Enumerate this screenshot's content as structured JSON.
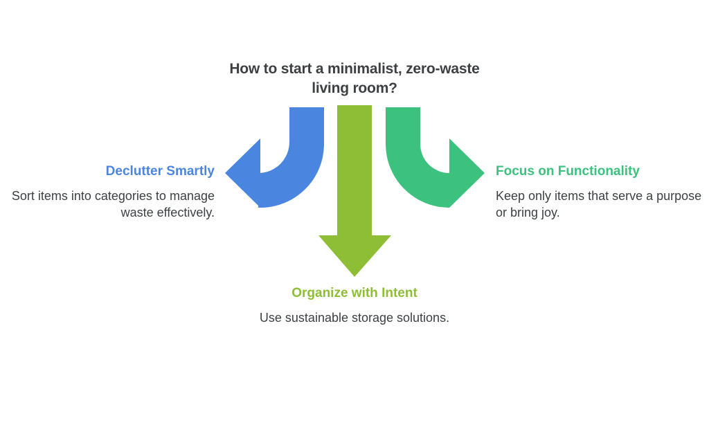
{
  "diagram": {
    "type": "three-way-branch-arrow-diagram",
    "background_color": "#ffffff",
    "question": "How to start a minimalist, zero-waste living room?",
    "question_color": "#3c4043",
    "body_text_color": "#3c4043",
    "branches": [
      {
        "id": "declutter",
        "direction": "left",
        "title": "Declutter Smartly",
        "description": "Sort items into categories to manage waste effectively.",
        "color": "#4a86e0",
        "arrow_name": "curved-left-arrow"
      },
      {
        "id": "organize",
        "direction": "down",
        "title": "Organize with Intent",
        "description": "Use sustainable storage solutions.",
        "color": "#8dbe36",
        "arrow_name": "straight-down-arrow"
      },
      {
        "id": "functionality",
        "direction": "right",
        "title": "Focus on Functionality",
        "description": "Keep only items that serve a purpose or bring joy.",
        "color": "#3cc27e",
        "arrow_name": "curved-right-arrow"
      }
    ]
  }
}
